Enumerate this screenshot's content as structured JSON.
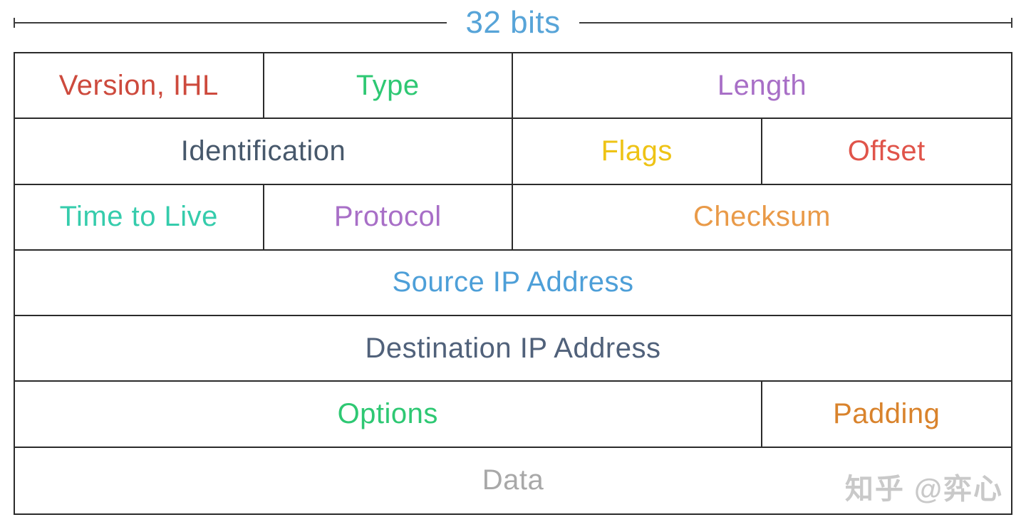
{
  "ruler": {
    "label": "32 bits",
    "label_color": "#57a4d8",
    "line_color": "#3c3c3c"
  },
  "header_table": {
    "border_color": "#2b2b2b",
    "rows": [
      {
        "cells": [
          {
            "label": "Version, IHL",
            "color": "#cd4a3d"
          },
          {
            "label": "Type",
            "color": "#2ec873"
          },
          {
            "label": "Length",
            "color": "#a86fc7"
          }
        ]
      },
      {
        "cells": [
          {
            "label": "Identification",
            "color": "#47586b"
          },
          {
            "label": "Flags",
            "color": "#eec315"
          },
          {
            "label": "Offset",
            "color": "#e0544a"
          }
        ]
      },
      {
        "cells": [
          {
            "label": "Time to Live",
            "color": "#35ccac"
          },
          {
            "label": "Protocol",
            "color": "#a86fc7"
          },
          {
            "label": "Checksum",
            "color": "#e99a48"
          }
        ]
      },
      {
        "cells": [
          {
            "label": "Source IP Address",
            "color": "#4d9fd8"
          }
        ]
      },
      {
        "cells": [
          {
            "label": "Destination IP Address",
            "color": "#50617a"
          }
        ]
      },
      {
        "cells": [
          {
            "label": "Options",
            "color": "#2ec873"
          },
          {
            "label": "Padding",
            "color": "#d9832c"
          }
        ]
      },
      {
        "cells": [
          {
            "label": "Data",
            "color": "#a8a8a8"
          }
        ]
      }
    ]
  },
  "watermark": {
    "text": "知乎 @弈心",
    "color": "#c9c9c9"
  }
}
